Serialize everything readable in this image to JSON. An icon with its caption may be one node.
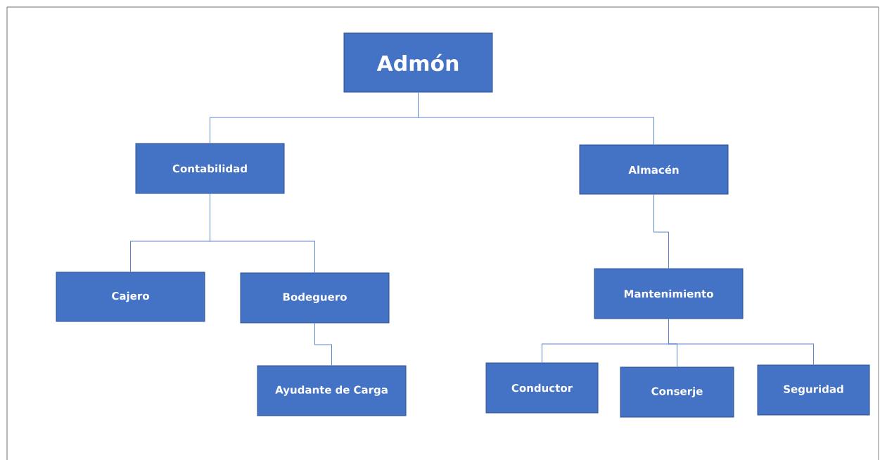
{
  "diagram": {
    "nodes": [
      {
        "text": [
          "Admón"
        ]
      },
      {
        "text": [
          "Contabilidad"
        ]
      },
      {
        "text": [
          "Almacén"
        ]
      },
      {
        "text": [
          "Cajero"
        ]
      },
      {
        "text": [
          "Bodeguero"
        ]
      },
      {
        "text": [
          "Ayudante de Carga"
        ]
      },
      {
        "text": [
          "Mantenimiento"
        ]
      },
      {
        "text": [
          "Conductor"
        ]
      },
      {
        "text": [
          "Conserje"
        ]
      },
      {
        "text": [
          "Seguridad"
        ]
      }
    ],
    "edges": [
      {
        "from": 0,
        "to": 1,
        "arrow": "none"
      },
      {
        "from": 0,
        "to": 2,
        "arrow": "none"
      },
      {
        "from": 1,
        "to": 3,
        "arrow": "none"
      },
      {
        "from": 1,
        "to": 4,
        "arrow": "none"
      },
      {
        "from": 4,
        "to": 5,
        "arrow": "none"
      },
      {
        "from": 2,
        "to": 6,
        "arrow": "none"
      },
      {
        "from": 6,
        "to": 7,
        "arrow": "none"
      },
      {
        "from": 6,
        "to": 8,
        "arrow": "none"
      },
      {
        "from": 6,
        "to": 9,
        "arrow": "none"
      }
    ]
  }
}
